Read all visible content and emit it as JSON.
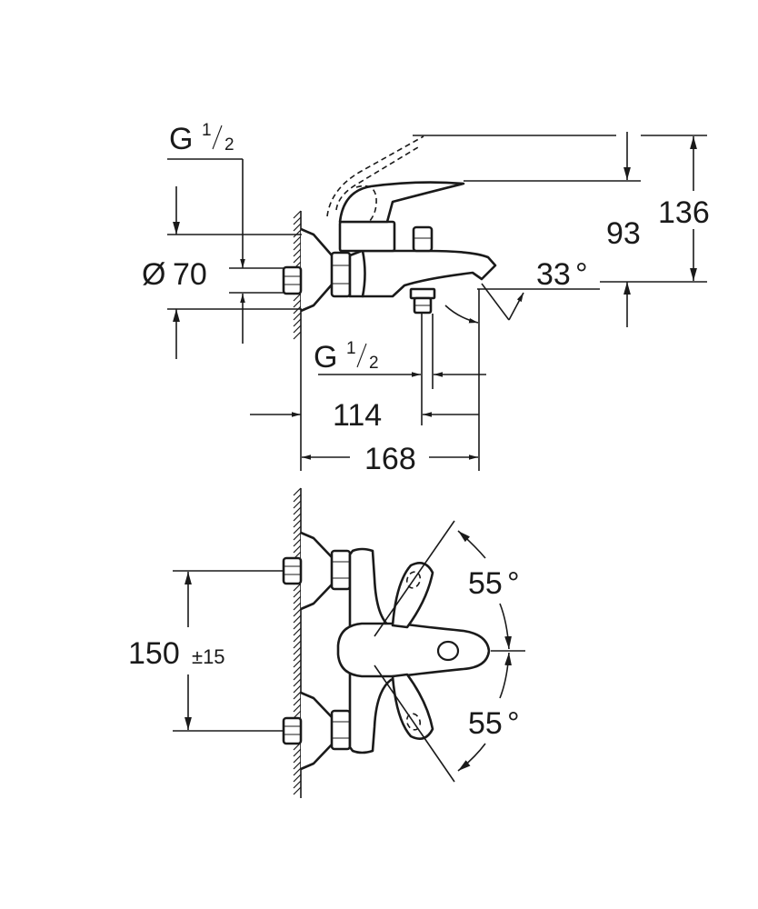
{
  "labels": {
    "thread_top_main": "G",
    "thread_top_num": "1",
    "thread_top_den": "2",
    "diameter_symbol": "Ø",
    "diameter_value": "70",
    "height_93": "93",
    "height_136": "136",
    "angle_spout": "33",
    "degree_mark": "°",
    "thread_bottom_main": "G",
    "thread_bottom_num": "1",
    "thread_bottom_den": "2",
    "width_114": "114",
    "width_168": "168",
    "angle_upper": "55",
    "angle_lower": "55",
    "spacing_value": "150",
    "spacing_tolerance": "±15"
  },
  "colors": {
    "line": "#1a1a1a",
    "background": "#ffffff"
  }
}
